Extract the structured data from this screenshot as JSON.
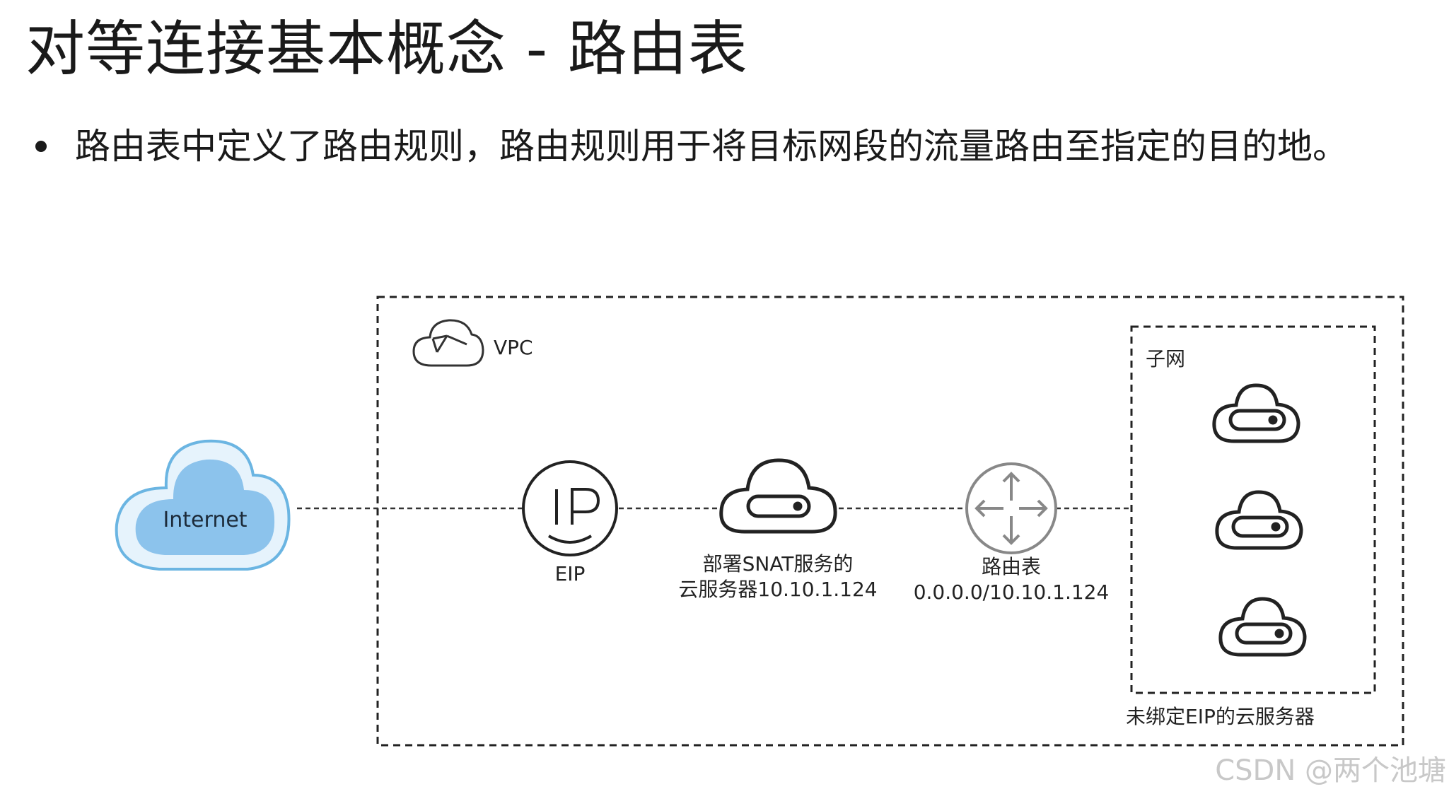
{
  "slide": {
    "title": "对等连接基本概念 - 路由表",
    "bullet": "路由表中定义了路由规则，路由规则用于将目标网段的流量路由至指定的目的地。"
  },
  "diagram": {
    "internet_label": "Internet",
    "vpc_label": "VPC",
    "subnet_label": "子网",
    "eip_label": "EIP",
    "snat_label_line1": "部署SNAT服务的",
    "snat_label_line2": "云服务器10.10.1.124",
    "route_label_line1": "路由表",
    "route_label_line2": "0.0.0.0/10.10.1.124",
    "unbound_label": "未绑定EIP的云服务器"
  },
  "watermark": "CSDN @两个池塘",
  "colors": {
    "internet_fill": "#8cc3ec",
    "internet_stroke": "#5aaee0",
    "icon_stroke": "#2b2b2b",
    "router_stroke": "#8a8a8a"
  }
}
